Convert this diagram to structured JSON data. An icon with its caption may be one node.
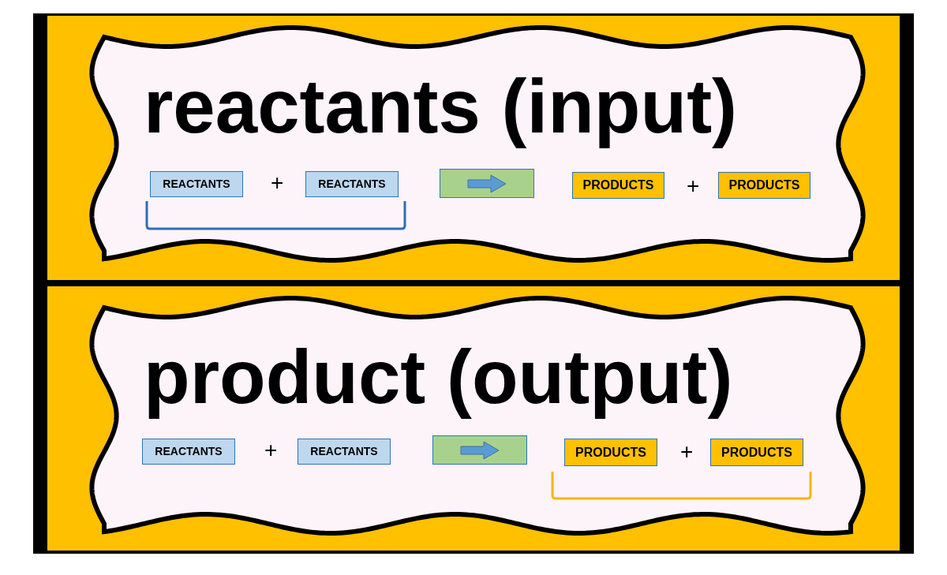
{
  "diagram": {
    "nodes": [
      {
        "text": [
          "reactants (input)"
        ]
      },
      {
        "text": [
          "REACTANTS"
        ],
        "in": 0
      },
      {
        "text": [
          "REACTANTS"
        ],
        "in": 0
      },
      {
        "text": [],
        "shape": "box",
        "in": 0
      },
      {
        "text": [
          "PRODUCTS"
        ],
        "in": 0
      },
      {
        "text": [
          "PRODUCTS"
        ],
        "in": 0
      },
      {
        "text": [
          "product (output)"
        ]
      },
      {
        "text": [
          "REACTANTS"
        ],
        "in": 6
      },
      {
        "text": [
          "REACTANTS"
        ],
        "in": 6
      },
      {
        "text": [],
        "shape": "box",
        "in": 6
      },
      {
        "text": [
          "PRODUCTS"
        ],
        "in": 6
      },
      {
        "text": [
          "PRODUCTS"
        ],
        "in": 6
      }
    ],
    "edges": [],
    "labels": [
      "+",
      "+",
      "+",
      "+"
    ]
  }
}
